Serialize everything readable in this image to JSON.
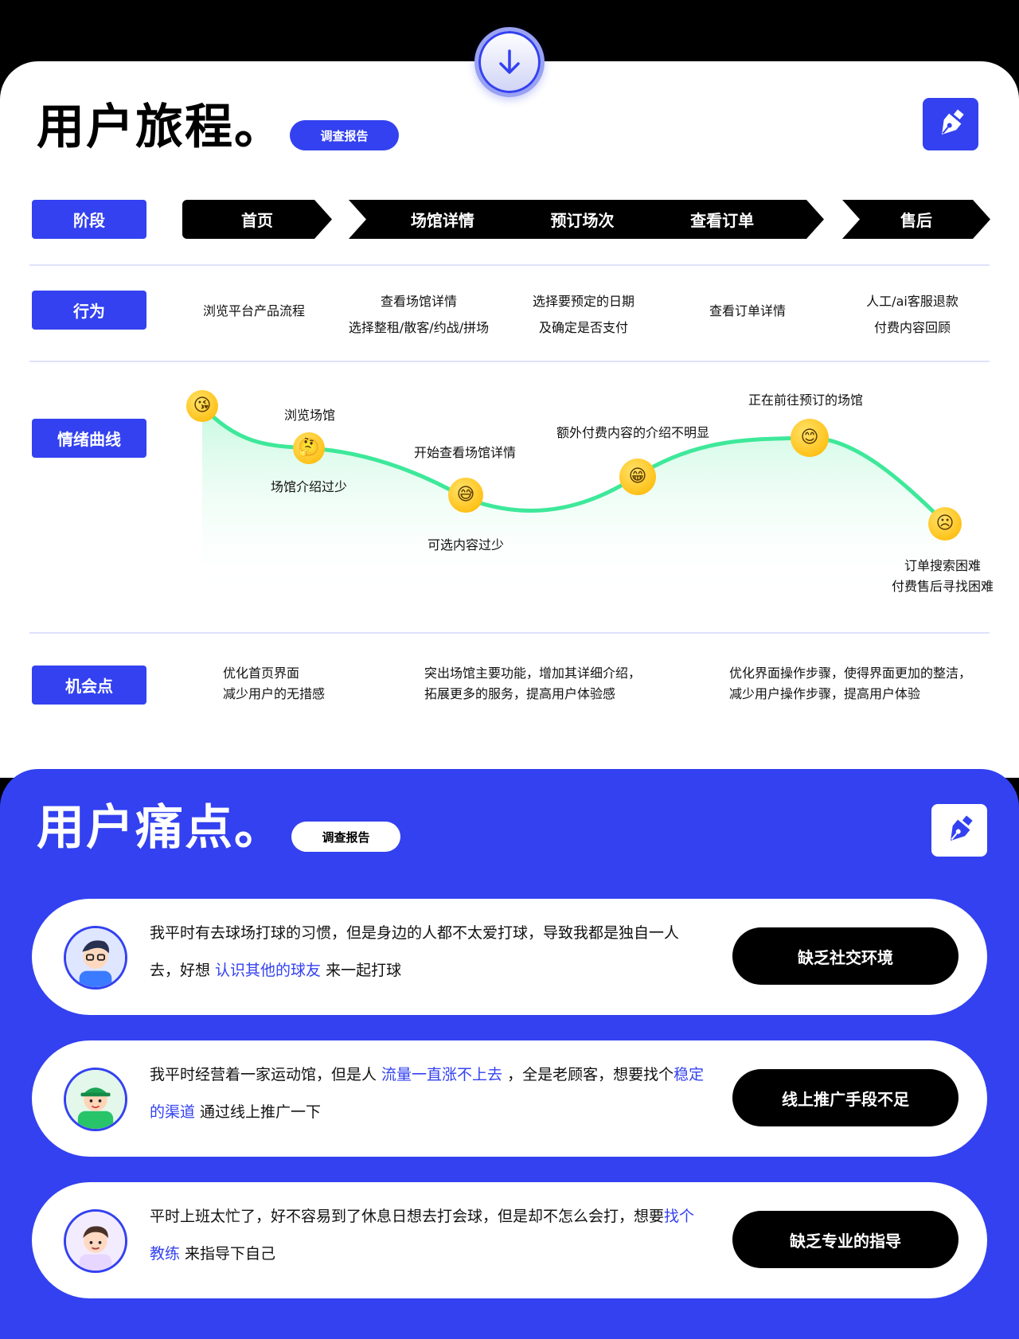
{
  "journey": {
    "title": "用户旅程。",
    "report_label": "调查报告",
    "row_labels": {
      "stage": "阶段",
      "behavior": "行为",
      "emotion": "情绪曲线",
      "opportunity": "机会点"
    },
    "stages": [
      "首页",
      "场馆详情",
      "预订场次",
      "查看订单",
      "售后"
    ],
    "behaviors": [
      {
        "lines": [
          "浏览平台产品流程"
        ]
      },
      {
        "lines": [
          "查看场馆详情",
          "选择整租/散客/约战/拼场"
        ]
      },
      {
        "lines": [
          "选择要预定的日期",
          "及确定是否支付"
        ]
      },
      {
        "lines": [
          "查看订单详情"
        ]
      },
      {
        "lines": [
          "人工/ai客服退款",
          "付费内容回顾"
        ]
      }
    ],
    "emotion_points": [
      {
        "emoji": "😘",
        "above": "",
        "below": ""
      },
      {
        "emoji": "🤔",
        "above": "浏览场馆",
        "below": "场馆介绍过少"
      },
      {
        "emoji": "😅",
        "above": "开始查看场馆详情",
        "below": "可选内容过少"
      },
      {
        "emoji": "😁",
        "above": "额外付费内容的介绍不明显",
        "below": ""
      },
      {
        "emoji": "😊",
        "above": "正在前往预订的场馆",
        "below": ""
      },
      {
        "emoji": "☹",
        "above": "",
        "below": "订单搜索困难",
        "below2": "付费售后寻找困难"
      }
    ],
    "opportunities": [
      {
        "line1": "优化首页界面",
        "line2": "减少用户的无措感"
      },
      {
        "line1": "突出场馆主要功能，增加其详细介绍，",
        "line2": "拓展更多的服务，提高用户体验感"
      },
      {
        "line1": "优化界面操作步骤，使得界面更加的整洁，",
        "line2": "减少用户操作步骤，提高用户体验"
      }
    ]
  },
  "pain": {
    "title": "用户痛点。",
    "report_label": "调查报告",
    "cards": [
      {
        "text_a": "我平时有去球场打球的习惯，但是身边的人都不太爱打球，导致我都是独自一人去，好想 ",
        "highlight_a": "认识其他的球友",
        "text_b": " 来一起打球",
        "highlight_b": "",
        "text_c": "",
        "tag": "缺乏社交环境"
      },
      {
        "text_a": "我平时经营着一家运动馆，但是人 ",
        "highlight_a": "流量一直涨不上去",
        "text_b": " ，全是老顾客，想要找个",
        "highlight_b": "稳定的渠道",
        "text_c": " 通过线上推广一下",
        "tag": "线上推广手段不足"
      },
      {
        "text_a": "平时上班太忙了，好不容易到了休息日想去打会球，但是却不怎么会打，想要",
        "highlight_a": "找个教练",
        "text_b": " 来指导下自己",
        "highlight_b": "",
        "text_c": "",
        "tag": "缺乏专业的指导"
      }
    ]
  },
  "colors": {
    "accent": "#3341f0",
    "curve": "#3ee89a"
  }
}
